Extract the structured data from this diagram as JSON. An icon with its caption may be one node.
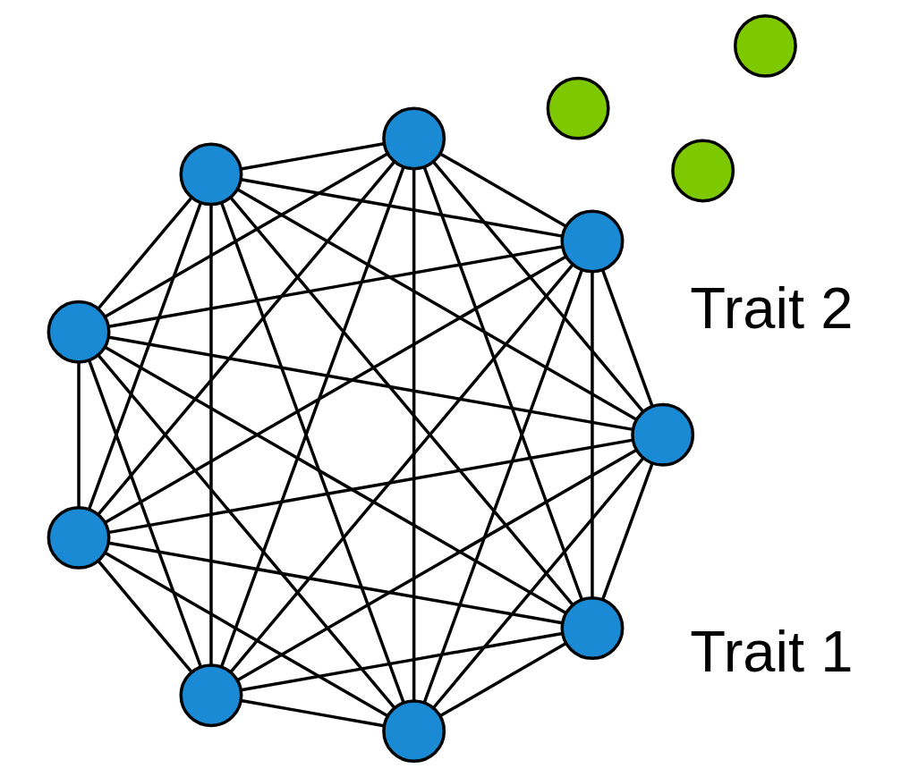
{
  "diagram": {
    "nodes": [
      {
        "text": [],
        "shape": "circle"
      },
      {
        "text": [],
        "shape": "circle"
      },
      {
        "text": [],
        "shape": "circle"
      },
      {
        "text": [],
        "shape": "circle"
      },
      {
        "text": [],
        "shape": "circle"
      },
      {
        "text": [],
        "shape": "circle"
      },
      {
        "text": [],
        "shape": "circle"
      },
      {
        "text": [],
        "shape": "circle"
      },
      {
        "text": [],
        "shape": "circle"
      },
      {
        "text": [],
        "shape": "circle"
      },
      {
        "text": [],
        "shape": "circle"
      },
      {
        "text": [],
        "shape": "circle"
      }
    ],
    "edges": [
      {
        "from": 0,
        "to": 1,
        "arrow": "none"
      },
      {
        "from": 0,
        "to": 3,
        "arrow": "none"
      },
      {
        "from": 0,
        "to": 4,
        "arrow": "none"
      },
      {
        "from": 0,
        "to": 7,
        "arrow": "none"
      },
      {
        "from": 0,
        "to": 8,
        "arrow": "none"
      },
      {
        "from": 0,
        "to": 9,
        "arrow": "none"
      },
      {
        "from": 0,
        "to": 10,
        "arrow": "none"
      },
      {
        "from": 0,
        "to": 11,
        "arrow": "none"
      },
      {
        "from": 1,
        "to": 3,
        "arrow": "none"
      },
      {
        "from": 1,
        "to": 4,
        "arrow": "none"
      },
      {
        "from": 1,
        "to": 7,
        "arrow": "none"
      },
      {
        "from": 1,
        "to": 8,
        "arrow": "none"
      },
      {
        "from": 1,
        "to": 9,
        "arrow": "none"
      },
      {
        "from": 1,
        "to": 10,
        "arrow": "none"
      },
      {
        "from": 1,
        "to": 11,
        "arrow": "none"
      },
      {
        "from": 3,
        "to": 4,
        "arrow": "none"
      },
      {
        "from": 3,
        "to": 7,
        "arrow": "none"
      },
      {
        "from": 3,
        "to": 8,
        "arrow": "none"
      },
      {
        "from": 3,
        "to": 9,
        "arrow": "none"
      },
      {
        "from": 3,
        "to": 10,
        "arrow": "none"
      },
      {
        "from": 3,
        "to": 11,
        "arrow": "none"
      },
      {
        "from": 4,
        "to": 7,
        "arrow": "none"
      },
      {
        "from": 4,
        "to": 8,
        "arrow": "none"
      },
      {
        "from": 4,
        "to": 9,
        "arrow": "none"
      },
      {
        "from": 4,
        "to": 10,
        "arrow": "none"
      },
      {
        "from": 4,
        "to": 11,
        "arrow": "none"
      },
      {
        "from": 7,
        "to": 8,
        "arrow": "none"
      },
      {
        "from": 7,
        "to": 9,
        "arrow": "none"
      },
      {
        "from": 7,
        "to": 10,
        "arrow": "none"
      },
      {
        "from": 7,
        "to": 11,
        "arrow": "none"
      },
      {
        "from": 8,
        "to": 9,
        "arrow": "none"
      },
      {
        "from": 8,
        "to": 10,
        "arrow": "none"
      },
      {
        "from": 8,
        "to": 11,
        "arrow": "none"
      },
      {
        "from": 9,
        "to": 10,
        "arrow": "none"
      },
      {
        "from": 9,
        "to": 11,
        "arrow": "none"
      },
      {
        "from": 10,
        "to": 11,
        "arrow": "none"
      }
    ],
    "labels": [
      "Trait 1",
      "Trait 2"
    ]
  }
}
